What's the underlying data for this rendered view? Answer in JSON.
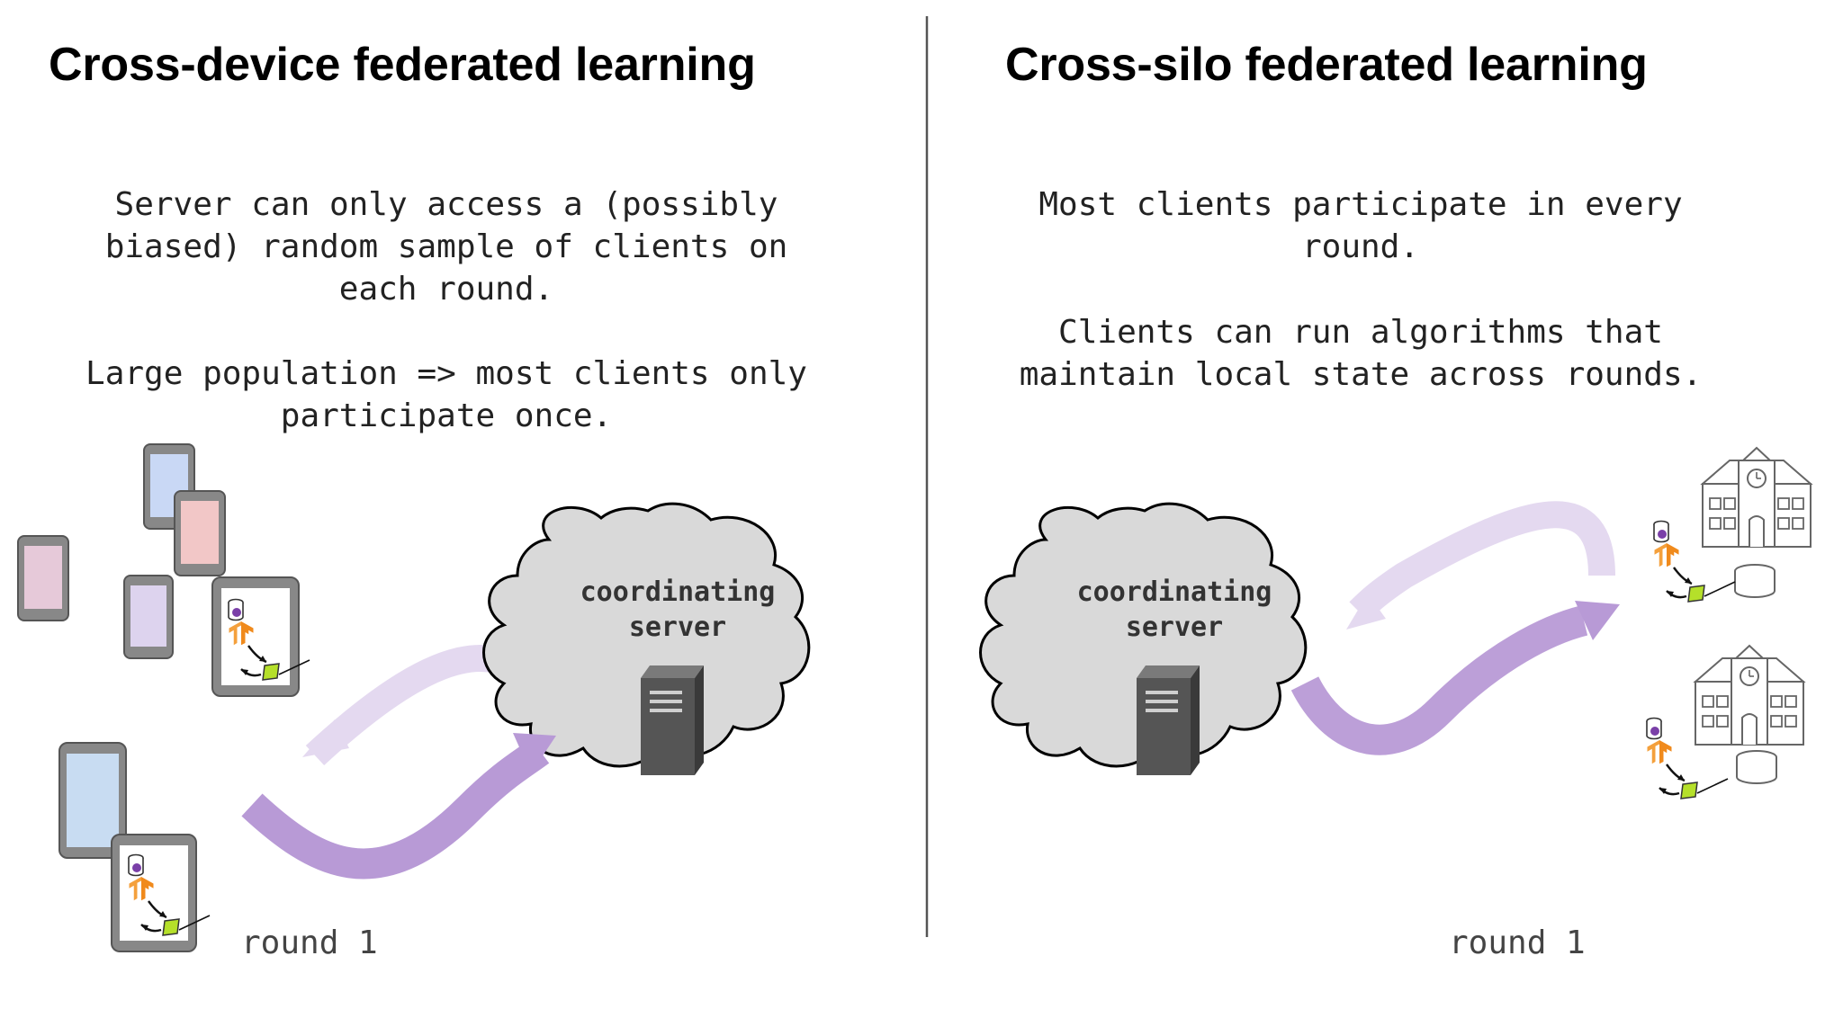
{
  "left": {
    "title": "Cross-device federated learning",
    "paragraph1_lines": [
      "Server can only access a (possibly",
      "biased) random sample of clients on",
      "each round."
    ],
    "paragraph2_lines": [
      "Large population => most clients only",
      "participate once."
    ],
    "server_label_lines": [
      "coordinating",
      "server"
    ],
    "round_label": "round 1"
  },
  "right": {
    "title": "Cross-silo federated learning",
    "paragraph1_lines": [
      "Most clients participate in every",
      "round."
    ],
    "paragraph2_lines": [
      "Clients can run algorithms that",
      "maintain local state across rounds."
    ],
    "server_label_lines": [
      "coordinating",
      "server"
    ],
    "round_label": "round 1"
  },
  "colors": {
    "arrow_purple": "#b89ad6",
    "arrow_purple_light": "#e4d9f0",
    "cloud_fill": "#d9d9d9",
    "server_fill": "#555555",
    "divider": "#555555",
    "tf_orange": "#f4a03c",
    "model_green": "#b5e02a",
    "db_purple": "#7a3fa8"
  },
  "icons": [
    "phone-icon",
    "cloud-icon",
    "server-icon",
    "school-building-icon",
    "database-icon",
    "tensorflow-icon",
    "model-update-icon"
  ]
}
